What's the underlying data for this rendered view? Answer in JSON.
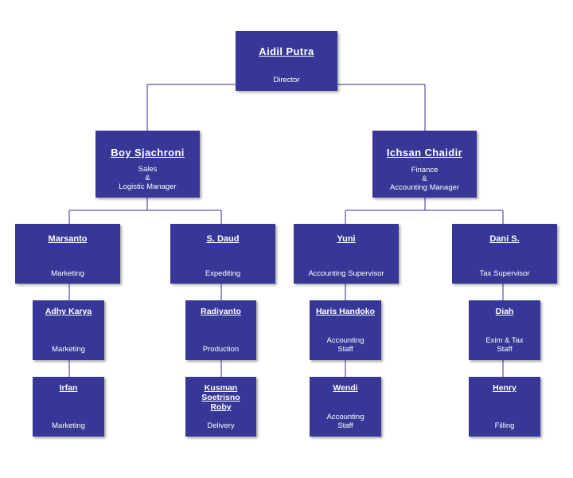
{
  "colors": {
    "box": "#363796",
    "line": "#2f3192",
    "text": "#ffffff"
  },
  "nodes": {
    "aidil": {
      "name": "Aidil Putra",
      "role": "Director"
    },
    "boy": {
      "name": "Boy Sjachroni",
      "role": "Sales\n&\nLogistic Manager"
    },
    "ichsan": {
      "name": "Ichsan Chaidir",
      "role": "Finance\n&\nAccounting Manager"
    },
    "marsanto": {
      "name": "Marsanto",
      "role": "Marketing"
    },
    "sdaud": {
      "name": "S. Daud",
      "role": "Expediting"
    },
    "yuni": {
      "name": "Yuni",
      "role": "Accounting Supervisor"
    },
    "dani": {
      "name": "Dani S.",
      "role": "Tax Supervisor"
    },
    "adhy": {
      "name": "Adhy Karya",
      "role": "Marketing"
    },
    "radiyanto": {
      "name": "Radiyanto",
      "role": "Production"
    },
    "haris": {
      "name": "Haris Handoko",
      "role": "Accounting\nStaff"
    },
    "diah": {
      "name": "Diah",
      "role": "Exim & Tax\nStaff"
    },
    "irfan": {
      "name": "Irfan",
      "role": "Marketing"
    },
    "kusman": {
      "name": "Kusman\nSoetrisno\nRoby",
      "role": "Delivery"
    },
    "wendi": {
      "name": "Wendi",
      "role": "Accounting\nStaff"
    },
    "henry": {
      "name": "Henry",
      "role": "Filling"
    }
  },
  "edges": [
    [
      "aidil",
      "boy"
    ],
    [
      "aidil",
      "ichsan"
    ],
    [
      "boy",
      "marsanto"
    ],
    [
      "boy",
      "sdaud"
    ],
    [
      "ichsan",
      "yuni"
    ],
    [
      "ichsan",
      "dani"
    ],
    [
      "marsanto",
      "adhy"
    ],
    [
      "adhy",
      "irfan"
    ],
    [
      "sdaud",
      "radiyanto"
    ],
    [
      "radiyanto",
      "kusman"
    ],
    [
      "yuni",
      "haris"
    ],
    [
      "haris",
      "wendi"
    ],
    [
      "dani",
      "diah"
    ],
    [
      "diah",
      "henry"
    ]
  ]
}
